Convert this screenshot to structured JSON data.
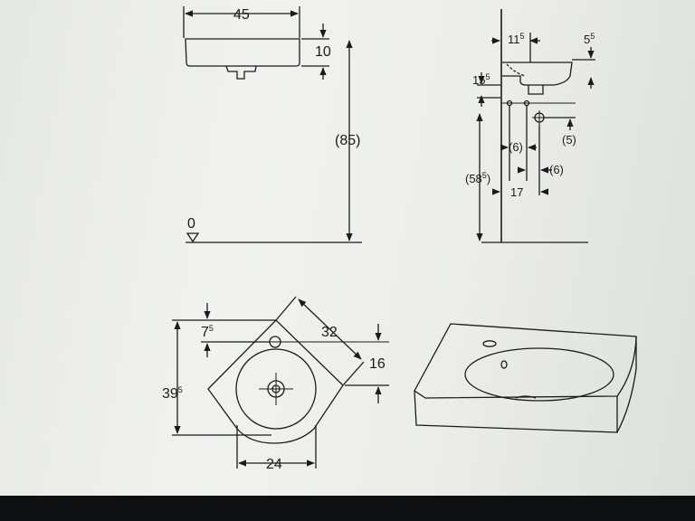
{
  "front_view": {
    "width": "45",
    "depth": "10",
    "height": "(85)",
    "floor": "0"
  },
  "side_view": {
    "top_offset": {
      "base": "11",
      "sup": "5"
    },
    "edge": {
      "base": "5",
      "sup": "5"
    },
    "rim": {
      "base": "15",
      "sup": "5"
    },
    "drain_drop": "(5)",
    "tap_a": "(6)",
    "tap_b": "(6)",
    "wall_dist": "17",
    "height": {
      "base": "(58",
      "sup": "5",
      "tail": ")"
    }
  },
  "plan_view": {
    "tap_offset": {
      "base": "7",
      "sup": "5"
    },
    "diagonal": "32",
    "side": "16",
    "depth": {
      "base": "39",
      "sup": "5"
    },
    "width": "24"
  },
  "colors": {
    "line": "#1b1b1b",
    "screen": "#eceeea",
    "bezel": "#0e0f10"
  }
}
